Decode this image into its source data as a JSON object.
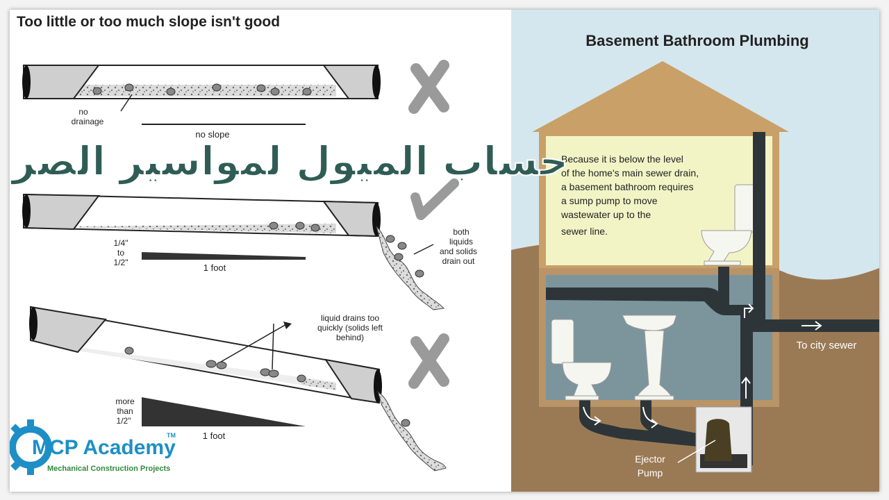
{
  "left_panel": {
    "title": "Too little or too much slope isn't good",
    "panel1": {
      "label_line1": "no",
      "label_line2": "drainage",
      "slope_label": "no slope"
    },
    "panel2": {
      "rise_line1": "1/4\"",
      "rise_line2": "to",
      "rise_line3": "1/2\"",
      "run_label": "1 foot",
      "drain_line1": "both",
      "drain_line2": "liquids",
      "drain_line3": "and solids",
      "drain_line4": "drain out"
    },
    "panel3": {
      "callout_line1": "liquid drains too",
      "callout_line2": "quickly (solids left",
      "callout_line3": "behind)",
      "rise_line1": "more",
      "rise_line2": "than",
      "rise_line3": "1/2\"",
      "run_label": "1 foot"
    }
  },
  "overlay": {
    "arabic_title": "حساب الميول لمواسير الصرف"
  },
  "logo": {
    "brand": "MCP Academy",
    "trademark": "TM",
    "subtitle": "Mechanical Construction Projects"
  },
  "right_panel": {
    "title": "Basement Bathroom Plumbing",
    "description_lines": [
      "Because it is below the level",
      "of the home's main sewer drain,",
      "a basement bathroom requires",
      "a sump pump to move",
      "wastewater up to the",
      "sewer line."
    ],
    "sewer_label": "To city sewer",
    "pump_line1": "Ejector",
    "pump_line2": "Pump"
  },
  "colors": {
    "roof": "#c9a068",
    "upper_floor": "#f3f4c6",
    "basement": "#7c959d",
    "soil": "#9a7a55",
    "sky": "#d5e7ee",
    "pipe": "#2d3538",
    "arabic_text": "#2f5d55",
    "logo_blue": "#1d8fc6",
    "logo_green": "#2f8a3c",
    "mark": "#a9a9a9"
  },
  "icons": {
    "wrong_marks": [
      "x-mark-icon",
      "x-mark-icon"
    ],
    "correct_mark": "check-mark-icon",
    "logo_mark": "gear-icon"
  }
}
